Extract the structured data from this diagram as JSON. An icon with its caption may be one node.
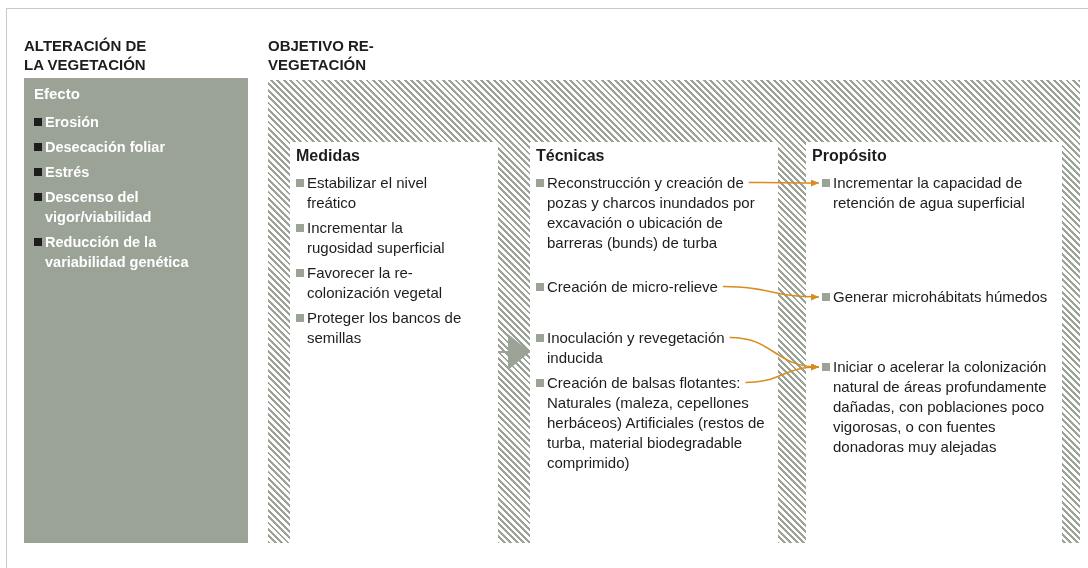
{
  "diagram": {
    "nodes": [
      {
        "text": [
          "ALTERACIÓN DE LA VEGETACIÓN",
          "Efecto",
          "Erosión",
          "Desecación foliar",
          "Estrés",
          "Descenso del vigor/viabilidad",
          "Reducción de la variabilidad genética"
        ]
      },
      {
        "text": [
          "OBJETIVO RE-VEGETACIÓN"
        ]
      },
      {
        "text": [
          "Medidas",
          "Estabilizar el nivel freático",
          "Incrementar la rugosidad superficial",
          "Favorecer la re-colonización vegetal",
          "Proteger los bancos de semillas"
        ],
        "in": 1
      },
      {
        "text": [
          "Técnicas"
        ],
        "in": 1
      },
      {
        "text": [
          "Propósito"
        ],
        "in": 1
      },
      {
        "text": [
          "Reconstrucción y creación de pozas y charcos inundados por excavación o ubicación de barreras (bunds) de turba"
        ],
        "in": 3
      },
      {
        "text": [
          "Creación de micro-relieve"
        ],
        "in": 3
      },
      {
        "text": [
          "Inoculación y revegetación inducida"
        ],
        "in": 3
      },
      {
        "text": [
          "Creación de balsas flotantes: Naturales (maleza, cepellones herbáceos) Artificiales (restos de turba, material biodegradable comprimido)"
        ],
        "in": 3
      },
      {
        "text": [
          "Incrementar la capacidad de retención de agua superficial"
        ],
        "in": 4
      },
      {
        "text": [
          "Generar microhábitats húmedos"
        ],
        "in": 4
      },
      {
        "text": [
          "Iniciar o acelerar la colonización natural de áreas profundamente dañadas, con poblaciones poco vigorosas, o con fuentes donadoras muy alejadas"
        ],
        "in": 4
      }
    ],
    "edges": [
      {
        "from": 2,
        "to": 3,
        "arrow": "to",
        "color": "#9aa396"
      },
      {
        "from": 5,
        "to": 9,
        "arrow": "to"
      },
      {
        "from": 6,
        "to": 10,
        "arrow": "to"
      },
      {
        "from": 7,
        "to": 11,
        "arrow": "to"
      },
      {
        "from": 8,
        "to": 11,
        "arrow": "to"
      }
    ]
  }
}
